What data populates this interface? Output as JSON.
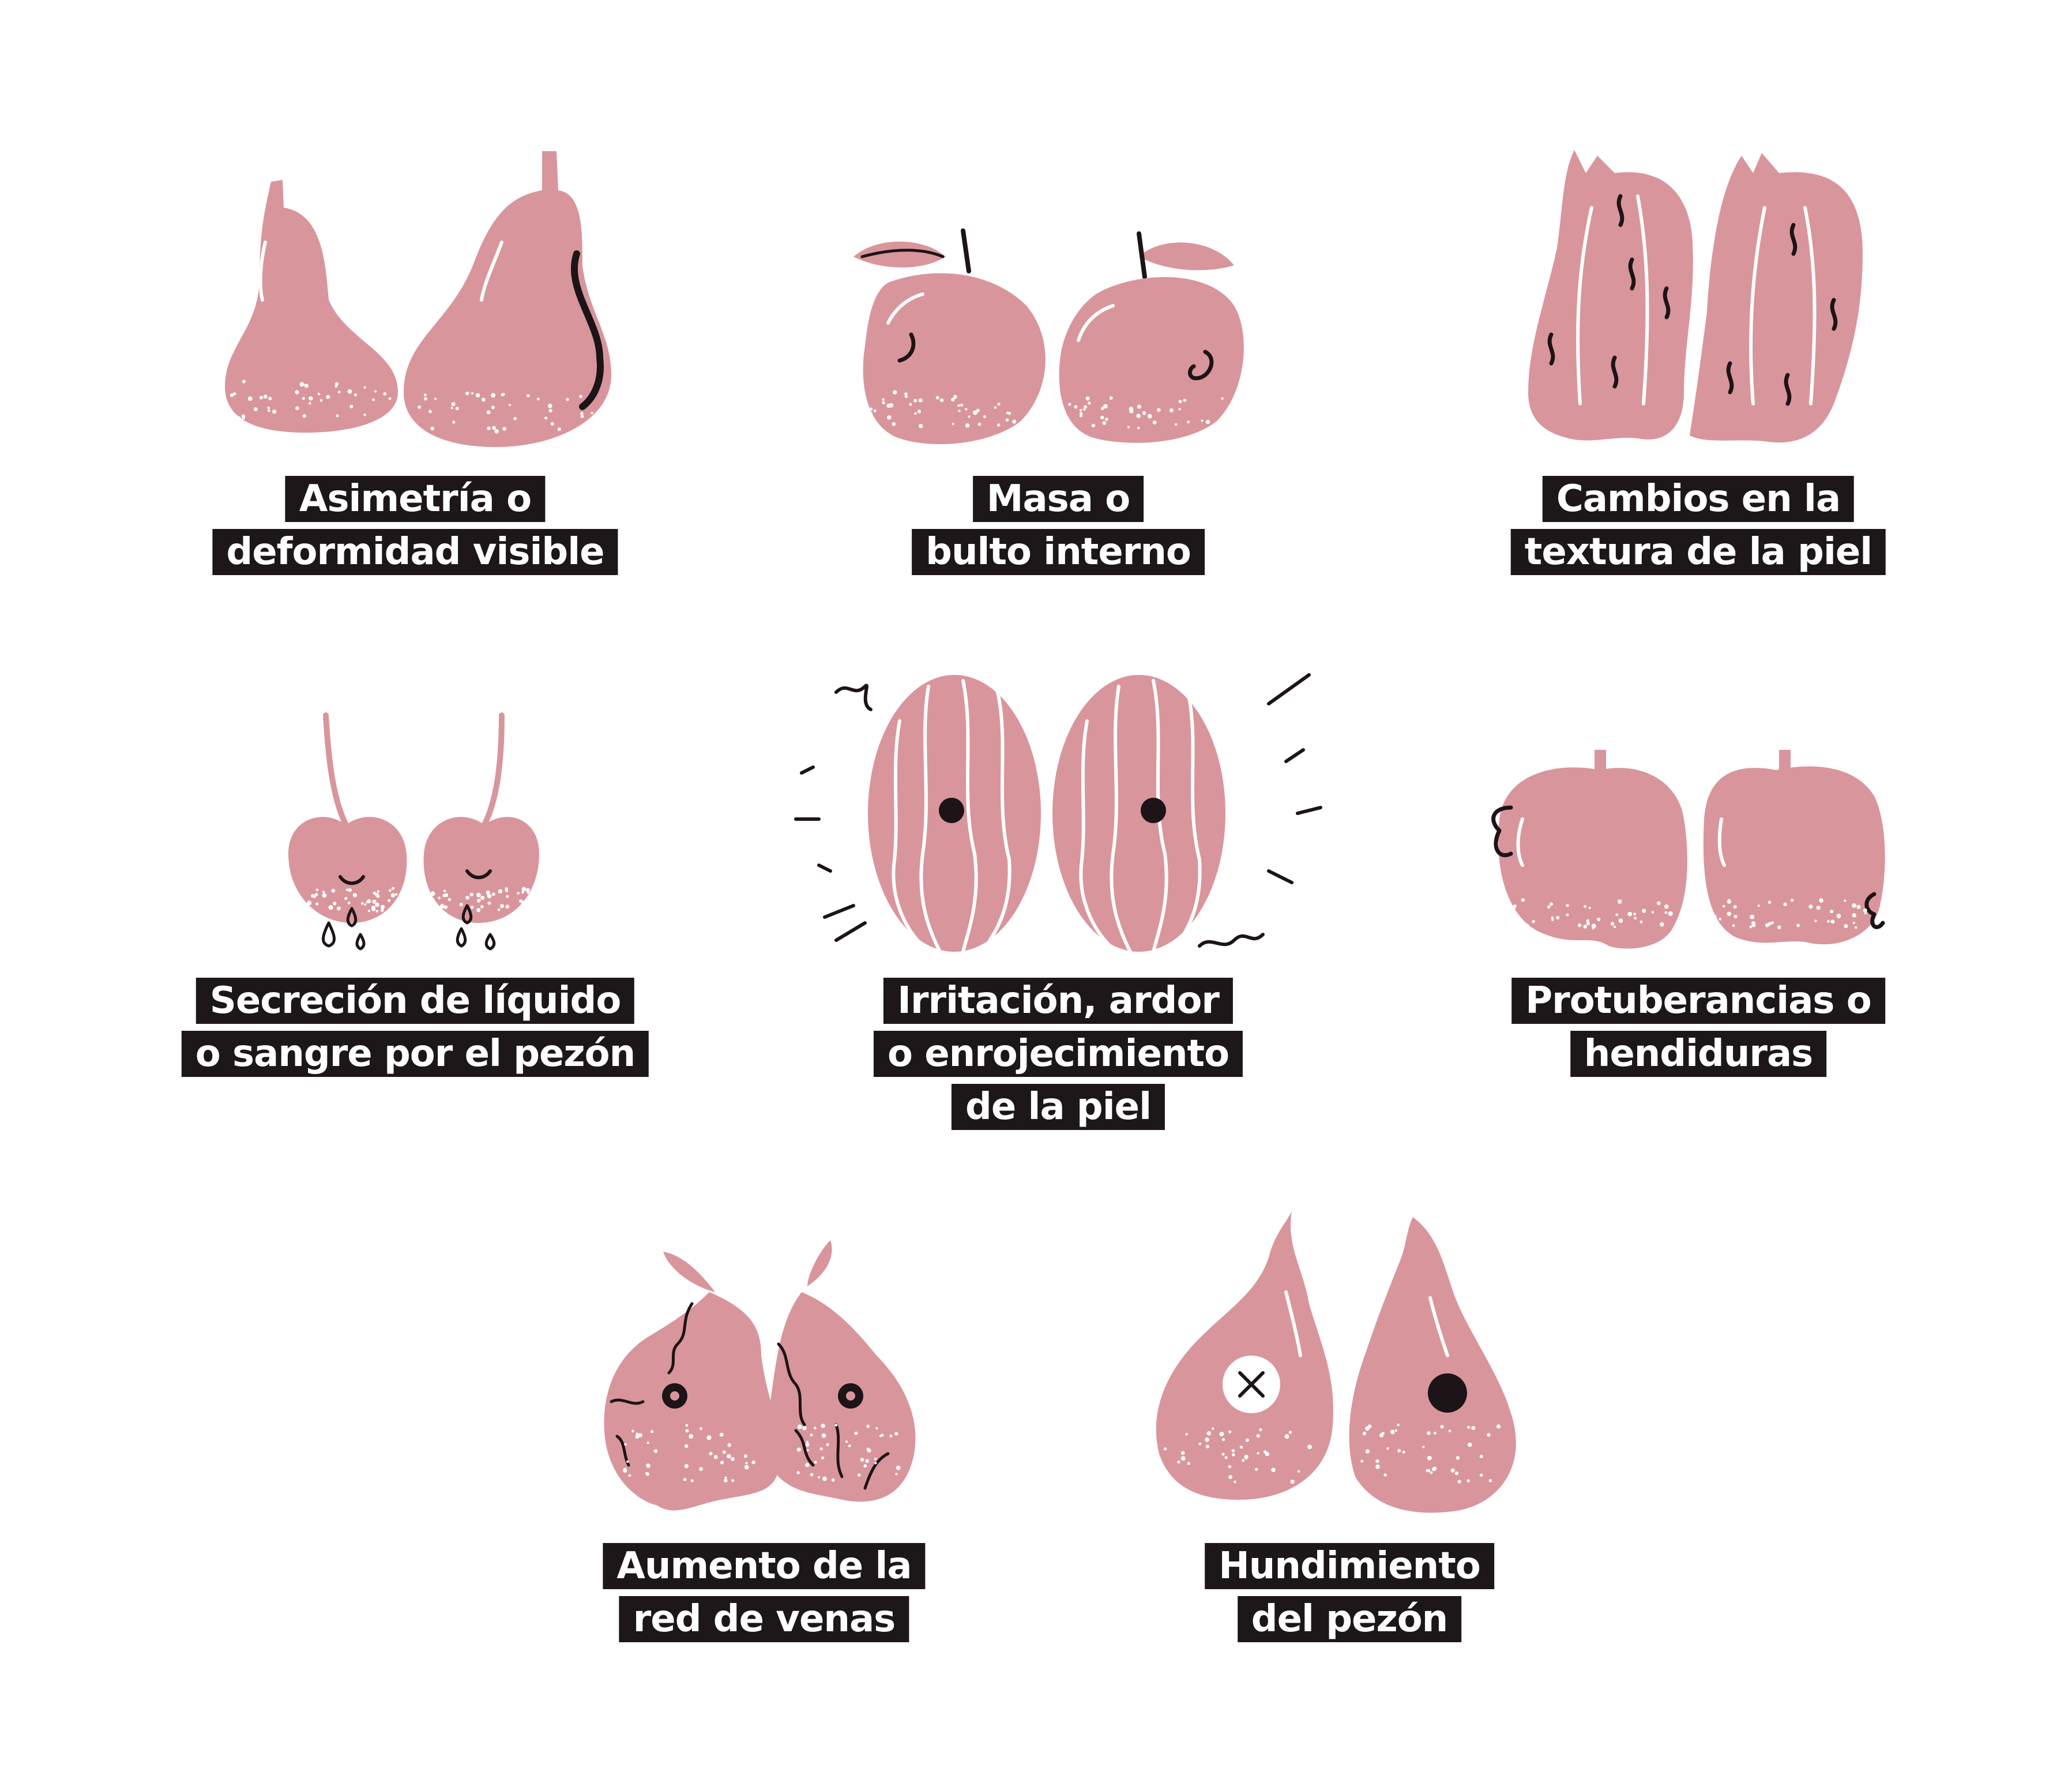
{
  "colors": {
    "fruit": "#d9959c",
    "ink": "#1c1416",
    "label_bg": "#1d1719",
    "label_text": "#ffffff"
  },
  "items": [
    {
      "icon": "pear-asymmetry-icon",
      "lines": [
        "Asimetría o",
        "deformidad visible"
      ]
    },
    {
      "icon": "apple-lump-icon",
      "lines": [
        "Masa o",
        "bulto interno"
      ]
    },
    {
      "icon": "wrinkled-fruit-icon",
      "lines": [
        "Cambios en la",
        "textura de la piel"
      ]
    },
    {
      "icon": "cherry-discharge-icon",
      "lines": [
        "Secreción de líquido",
        "o sangre por el pezón"
      ]
    },
    {
      "icon": "melon-irritation-icon",
      "lines": [
        "Irritación, ardor",
        "o enrojecimiento",
        "de la piel"
      ]
    },
    {
      "icon": "apple-bumps-icon",
      "lines": [
        "Protuberancias o",
        "hendiduras"
      ]
    },
    {
      "icon": "fig-veins-icon",
      "lines": [
        "Aumento de la",
        "red de venas"
      ]
    },
    {
      "icon": "pear-retraction-icon",
      "lines": [
        "Hundimiento",
        "del pezón"
      ]
    }
  ]
}
